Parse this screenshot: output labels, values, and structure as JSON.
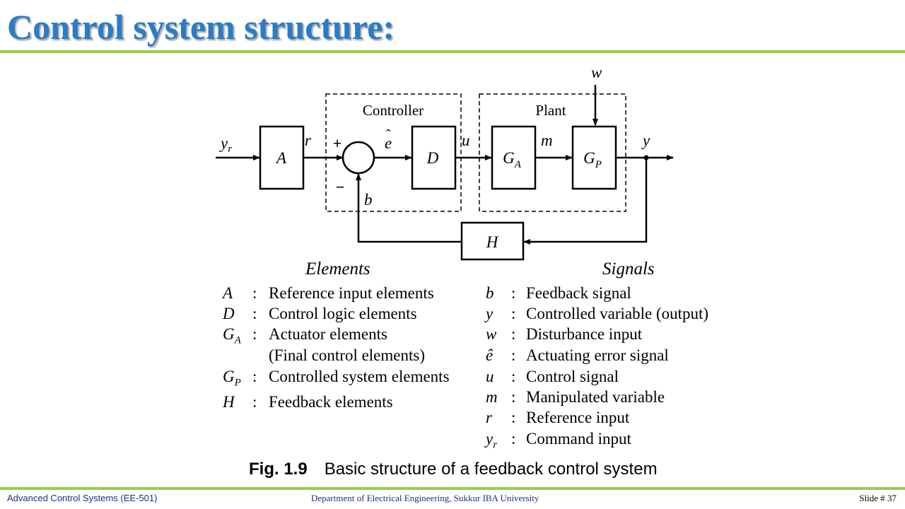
{
  "slide": {
    "title": "Control system structure:"
  },
  "diagram": {
    "controller_label": "Controller",
    "plant_label": "Plant",
    "blocks": {
      "A": "A",
      "D": "D",
      "GA_main": "G",
      "GA_sub": "A",
      "GP_main": "G",
      "GP_sub": "P",
      "H": "H"
    },
    "signals": {
      "yr_main": "y",
      "yr_sub": "r",
      "r": "r",
      "e": "e",
      "e_hat": "ˆ",
      "u": "u",
      "m": "m",
      "y": "y",
      "w": "w",
      "b": "b",
      "plus": "+",
      "minus": "−"
    }
  },
  "legend": {
    "elements_title": "Elements",
    "signals_title": "Signals",
    "colon": ":",
    "elements": [
      {
        "sym": "A",
        "sub": "",
        "desc": "Reference input elements"
      },
      {
        "sym": "D",
        "sub": "",
        "desc": "Control logic elements"
      },
      {
        "sym": "G",
        "sub": "A",
        "desc": "Actuator  elements"
      },
      {
        "sym": "",
        "sub": "",
        "desc": "(Final control elements)"
      },
      {
        "sym": "G",
        "sub": "P",
        "desc": "Controlled system elements"
      },
      {
        "sym": "H",
        "sub": "",
        "desc": "Feedback elements"
      }
    ],
    "signals": [
      {
        "sym": "b",
        "sub": "",
        "desc": "Feedback  signal"
      },
      {
        "sym": "y",
        "sub": "",
        "desc": "Controlled variable (output)"
      },
      {
        "sym": "w",
        "sub": "",
        "desc": "Disturbance input"
      },
      {
        "sym": "ê",
        "sub": "",
        "desc": "Actuating error signal"
      },
      {
        "sym": "u",
        "sub": "",
        "desc": "Control signal"
      },
      {
        "sym": "m",
        "sub": "",
        "desc": "Manipulated  variable"
      },
      {
        "sym": "r",
        "sub": "",
        "desc": "Reference input"
      },
      {
        "sym": "y",
        "sub": "r",
        "desc": "Command input"
      }
    ]
  },
  "caption": {
    "fig_no": "Fig. 1.9",
    "text": "Basic structure of a feedback control system"
  },
  "footer": {
    "course": "Advanced Control Systems (EE-501)",
    "department": "Department of Electrical Engineering, Sukkur IBA University",
    "slide_label": "Slide # 37"
  },
  "colors": {
    "title": "#2a7cc7",
    "rule": "#92d050",
    "footer_text": "#1f2d8a"
  }
}
